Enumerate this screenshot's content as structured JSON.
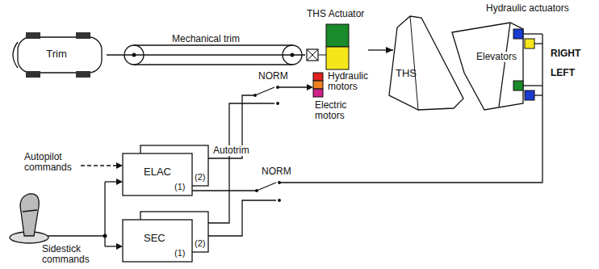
{
  "diagram": {
    "nodes": [
      {
        "text": [
          "Trim"
        ]
      },
      {
        "text": [
          "THS Actuator"
        ]
      },
      {
        "text": [
          "THS"
        ]
      },
      {
        "text": [
          "ELAC",
          "(1)",
          "(2)"
        ]
      },
      {
        "text": [
          "SEC",
          "(1)",
          "(2)"
        ]
      }
    ],
    "edges": [
      {
        "from": 0,
        "to": 1,
        "arrow": "none",
        "label": "Mechanical trim"
      },
      {
        "from": 1,
        "to": 2,
        "arrow": "to"
      }
    ],
    "labels": [
      "Hydraulic actuators",
      "RIGHT",
      "LEFT",
      "Elevators",
      "Hydraulic motors",
      "Electric motors",
      "NORM",
      "Autotrim",
      "NORM",
      "Autopilot commands",
      "Sidestick commands"
    ]
  }
}
